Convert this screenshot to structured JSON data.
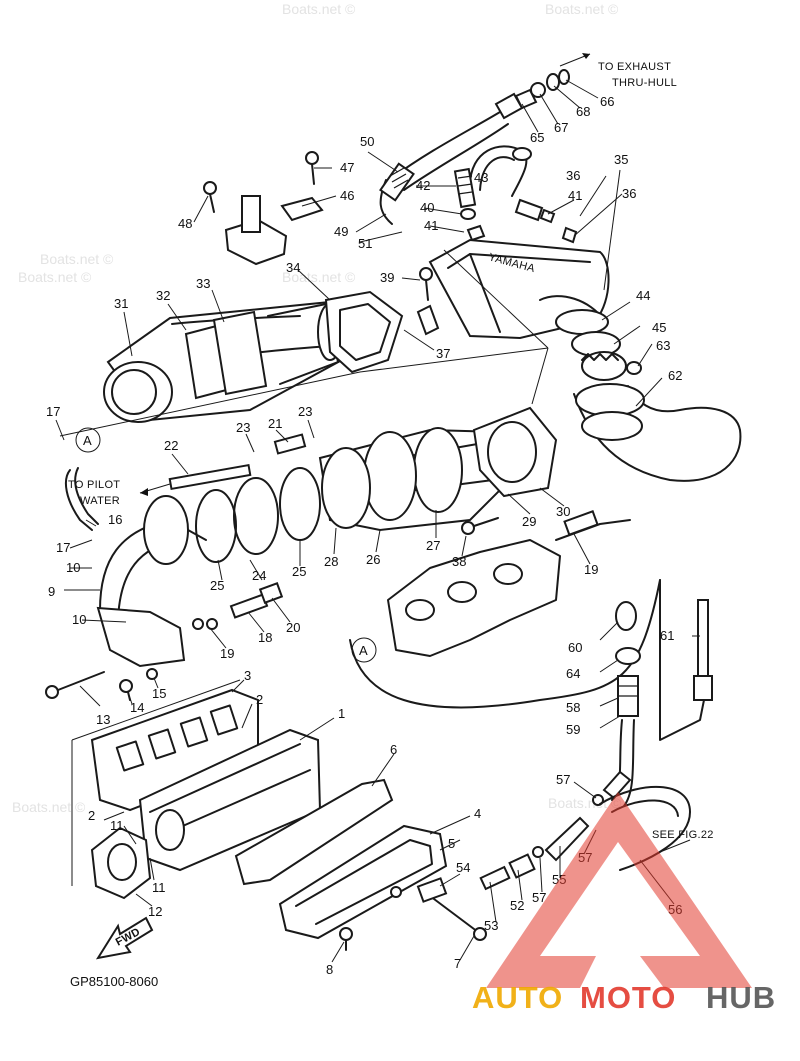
{
  "diagram": {
    "watermark": "Boats.net ©",
    "code": "GP85100-8060",
    "notes": {
      "to_exhaust": [
        "TO EXHAUST",
        "THRU-HULL"
      ],
      "to_pilot": [
        "TO PILOT",
        "WATER"
      ],
      "see_fig": "SEE FIG.22",
      "fwd": "FWD",
      "ref_a": "A",
      "brand_on_part": "YAMAHA"
    },
    "callouts": [
      {
        "n": "1"
      },
      {
        "n": "2"
      },
      {
        "n": "2"
      },
      {
        "n": "3"
      },
      {
        "n": "4"
      },
      {
        "n": "5"
      },
      {
        "n": "6"
      },
      {
        "n": "7"
      },
      {
        "n": "8"
      },
      {
        "n": "9"
      },
      {
        "n": "10"
      },
      {
        "n": "10"
      },
      {
        "n": "11"
      },
      {
        "n": "11"
      },
      {
        "n": "12"
      },
      {
        "n": "13"
      },
      {
        "n": "14"
      },
      {
        "n": "15"
      },
      {
        "n": "16"
      },
      {
        "n": "17"
      },
      {
        "n": "17"
      },
      {
        "n": "18"
      },
      {
        "n": "19"
      },
      {
        "n": "19"
      },
      {
        "n": "20"
      },
      {
        "n": "21"
      },
      {
        "n": "22"
      },
      {
        "n": "23"
      },
      {
        "n": "23"
      },
      {
        "n": "24"
      },
      {
        "n": "25"
      },
      {
        "n": "25"
      },
      {
        "n": "26"
      },
      {
        "n": "27"
      },
      {
        "n": "28"
      },
      {
        "n": "29"
      },
      {
        "n": "30"
      },
      {
        "n": "31"
      },
      {
        "n": "32"
      },
      {
        "n": "33"
      },
      {
        "n": "34"
      },
      {
        "n": "35"
      },
      {
        "n": "36"
      },
      {
        "n": "36"
      },
      {
        "n": "37"
      },
      {
        "n": "38"
      },
      {
        "n": "39"
      },
      {
        "n": "40"
      },
      {
        "n": "41"
      },
      {
        "n": "41"
      },
      {
        "n": "42"
      },
      {
        "n": "43"
      },
      {
        "n": "44"
      },
      {
        "n": "45"
      },
      {
        "n": "46"
      },
      {
        "n": "47"
      },
      {
        "n": "48"
      },
      {
        "n": "49"
      },
      {
        "n": "50"
      },
      {
        "n": "51"
      },
      {
        "n": "52"
      },
      {
        "n": "53"
      },
      {
        "n": "54"
      },
      {
        "n": "55"
      },
      {
        "n": "56"
      },
      {
        "n": "57"
      },
      {
        "n": "57"
      },
      {
        "n": "57"
      },
      {
        "n": "58"
      },
      {
        "n": "59"
      },
      {
        "n": "60"
      },
      {
        "n": "61"
      },
      {
        "n": "62"
      },
      {
        "n": "63"
      },
      {
        "n": "64"
      },
      {
        "n": "65"
      },
      {
        "n": "66"
      },
      {
        "n": "67"
      },
      {
        "n": "68"
      }
    ]
  },
  "logo": {
    "text_a": "AUTO",
    "text_b": "MOTO",
    "text_c": "HUB",
    "color_a": "#f0a800",
    "color_b": "#e23a2e",
    "color_c": "#555555"
  }
}
